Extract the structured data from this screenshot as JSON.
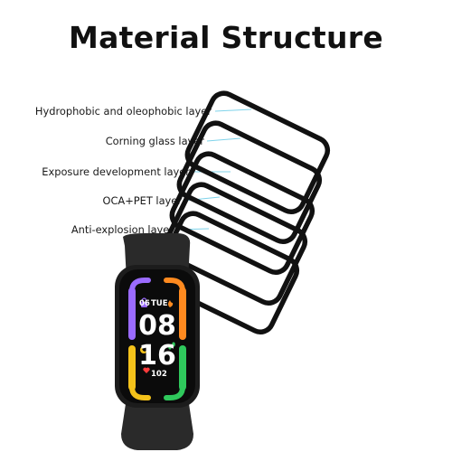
{
  "title": "Material Structure",
  "layers": [
    "Hydrophobic and oleophobic layer",
    "Corning glass layer",
    "Exposure development layer",
    "OCA+PET layer",
    "Anti-explosion layer"
  ],
  "watch_display": {
    "date_day": "06",
    "date_weekday": "TUE",
    "hour": "08",
    "minute": "16",
    "heart_rate": "102"
  },
  "colors": {
    "leader_line": "#7fd3ea",
    "protector_frame": "#111111",
    "watch_body": "#1f1f1f",
    "bar_left_top": "#9b6bff",
    "bar_left_bottom": "#f4c21a",
    "bar_right_top": "#ff8a1f",
    "bar_right_bottom": "#2fc85c"
  },
  "icons": [
    "lock-icon",
    "flame-icon",
    "steps-icon",
    "sleep-icon",
    "heart-icon"
  ]
}
